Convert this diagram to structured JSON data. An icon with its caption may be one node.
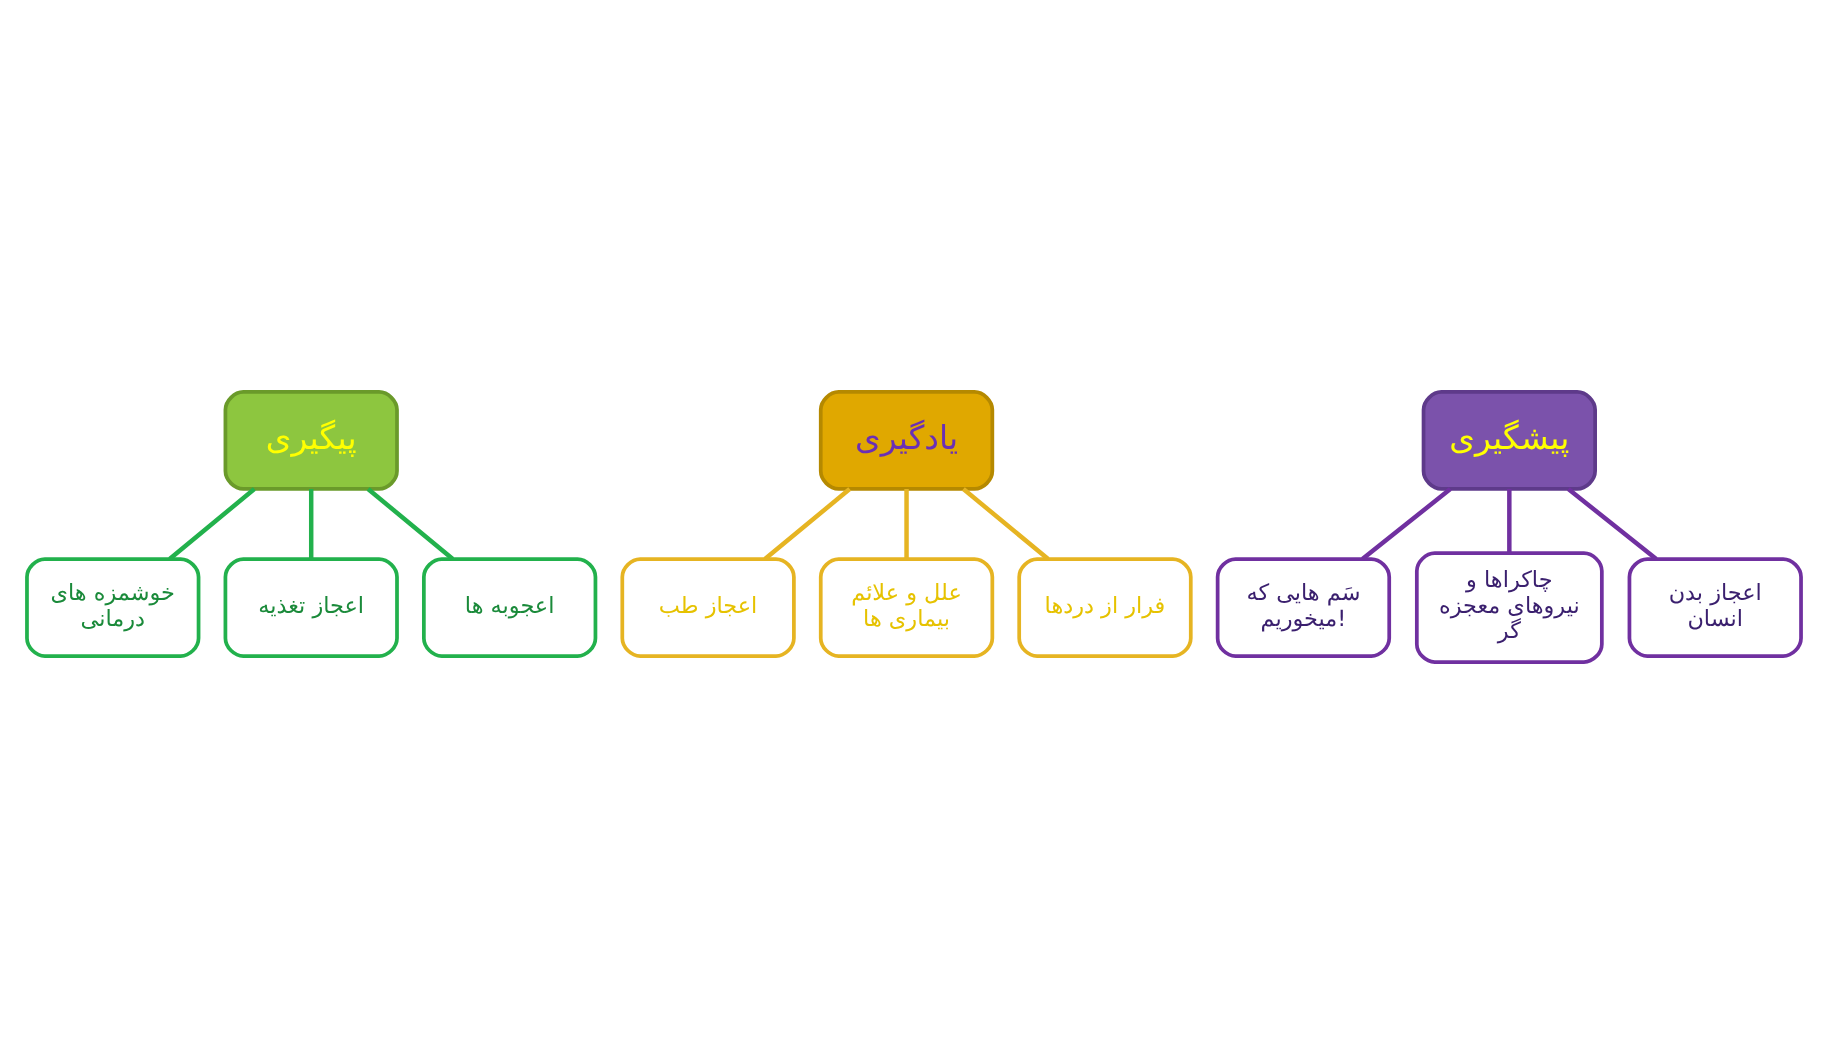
{
  "diagram": {
    "nodes": [
      {
        "text": [
          "پیشگیری"
        ]
      },
      {
        "text": [
          "اعجاز بدن انسان"
        ]
      },
      {
        "text": [
          "چاکراها و نیروهای معجزه گر"
        ]
      },
      {
        "text": [
          "سَم هایی که میخوریم!"
        ]
      },
      {
        "text": [
          "یادگیری"
        ]
      },
      {
        "text": [
          "فرار از دردها"
        ]
      },
      {
        "text": [
          "علل و علائم بیماری ها"
        ]
      },
      {
        "text": [
          "اعجاز طب"
        ]
      },
      {
        "text": [
          "پیگیری"
        ]
      },
      {
        "text": [
          "اعجوبه ها"
        ]
      },
      {
        "text": [
          "اعجاز تغذیه"
        ]
      },
      {
        "text": [
          "خوشمزه های درمانی"
        ]
      }
    ],
    "edges": [
      {
        "from": 0,
        "to": 1,
        "arrow": "none",
        "color": "#7030a0"
      },
      {
        "from": 0,
        "to": 2,
        "arrow": "none",
        "color": "#7030a0"
      },
      {
        "from": 0,
        "to": 3,
        "arrow": "none",
        "color": "#7030a0"
      },
      {
        "from": 4,
        "to": 5,
        "arrow": "none",
        "color": "#e6b422"
      },
      {
        "from": 4,
        "to": 6,
        "arrow": "none",
        "color": "#e6b422"
      },
      {
        "from": 4,
        "to": 7,
        "arrow": "none",
        "color": "#e6b422"
      },
      {
        "from": 8,
        "to": 9,
        "arrow": "none",
        "color": "#22b14c"
      },
      {
        "from": 8,
        "to": 10,
        "arrow": "none",
        "color": "#22b14c"
      },
      {
        "from": 8,
        "to": 11,
        "arrow": "none",
        "color": "#22b14c"
      }
    ]
  }
}
